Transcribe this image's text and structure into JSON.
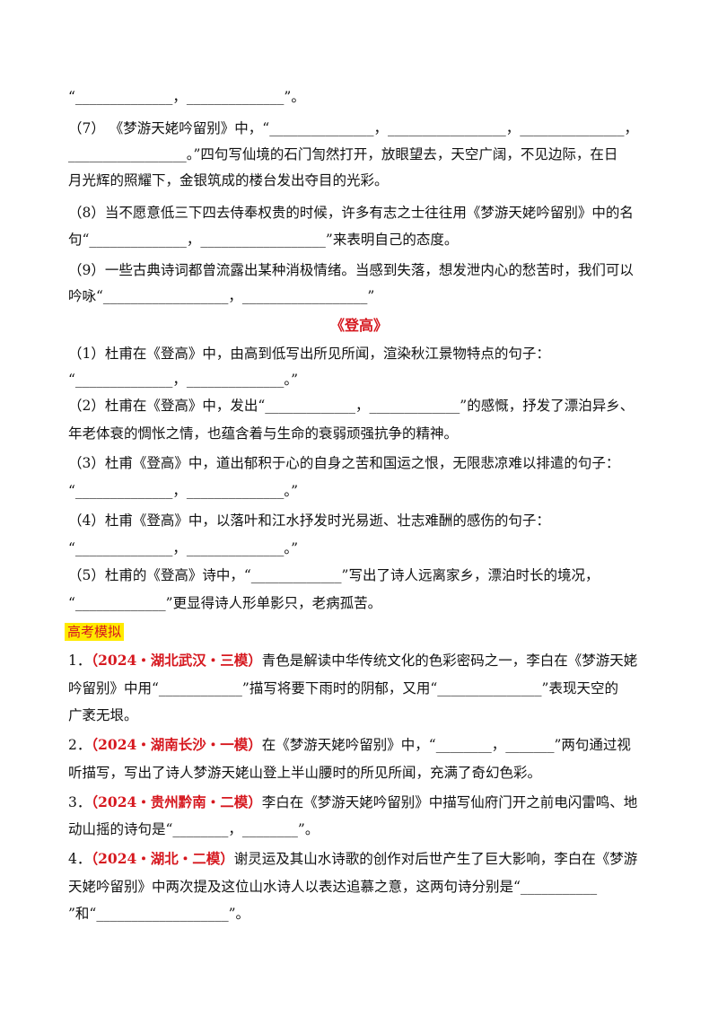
{
  "lines": {
    "l1": "“______________，______________”。",
    "l2": "（7）  《梦游天姥吟留别》中，“_______________，_________________，_______________，",
    "l3": "_________________。”四句写仙境的石门訇然打开，放眼望去，天空广阔，不见边际，在日",
    "l4": "月光辉的照耀下，金银筑成的楼台发出夺目的光彩。",
    "l5": "（8）当不愿意低三下四去侍奉权贵的时候，许多有志之士往往用《梦游天姥吟留别》中的名",
    "l6": "句“______________，__________________”来表明自己的态度。",
    "l7": "（9）一些古典诗词都曾流露出某种消极情绪。当感到失落，想发泄内心的愁苦时，我们可以",
    "l8": "吟咏“__________________，__________________”",
    "section_title": "《登高》",
    "l9": "（1）杜甫在《登高》中，由高到低写出所见所闻，渲染秋江景物特点的句子：",
    "l10": "“______________，______________。”",
    "l11": "（2）杜甫在《登高》中，发出“_____________，_____________”的感慨，抒发了漂泊异乡、",
    "l12": "年老体衰的惆怅之情，也蕴含着与生命的衰弱顽强抗争的精神。",
    "l13": "（3）杜甫《登高》中，道出郁积于心的自身之苦和国运之恨，无限悲凉难以排遣的句子：",
    "l14": "“______________，______________。”",
    "l15": "（4）杜甫《登高》中，以落叶和江水抒发时光易逝、壮志难酬的感伤的句子：",
    "l16": "“______________，______________。”",
    "l17": "（5）杜甫的《登高》诗中，“_____________”写出了诗人远离家乡，漂泊时长的境况，",
    "l18": "“_____________”更显得诗人形单影只，老病孤苦。",
    "tag": "高考模拟",
    "q1_num": "1．",
    "q1_src": "（2024・湖北武汉・三模）",
    "q1_text": "青色是解读中华传统文化的色彩密码之一，李白在《梦游天姥",
    "q1_l2": "吟留别》中用“____________”描写将要下雨时的阴郁，又用“_______________”表现天空的",
    "q1_l3": "广袤无垠。",
    "q2_num": "2．",
    "q2_src": "（2024・湖南长沙・一模）",
    "q2_text": "在《梦游天姥吟留别》中，“________，_______”两句通过视",
    "q2_l2": "听描写，写出了诗人梦游天姥山登上半山腰时的所见所闻，充满了奇幻色彩。",
    "q3_num": "3．",
    "q3_src": "（2024・贵州黔南・二模）",
    "q3_text": "李白在《梦游天姥吟留别》中描写仙府门开之前电闪雷鸣、地",
    "q3_l2": "动山摇的诗句是“________，________”。",
    "q4_num": "4．",
    "q4_src": "（2024・湖北・二模）",
    "q4_text": "谢灵运及其山水诗歌的创作对后世产生了巨大影响，李白在《梦游",
    "q4_l2": "天姥吟留别》中两次提及这位山水诗人以表达追慕之意，这两句诗分别是“___________",
    "q4_l3": "”和“___________________”。"
  }
}
